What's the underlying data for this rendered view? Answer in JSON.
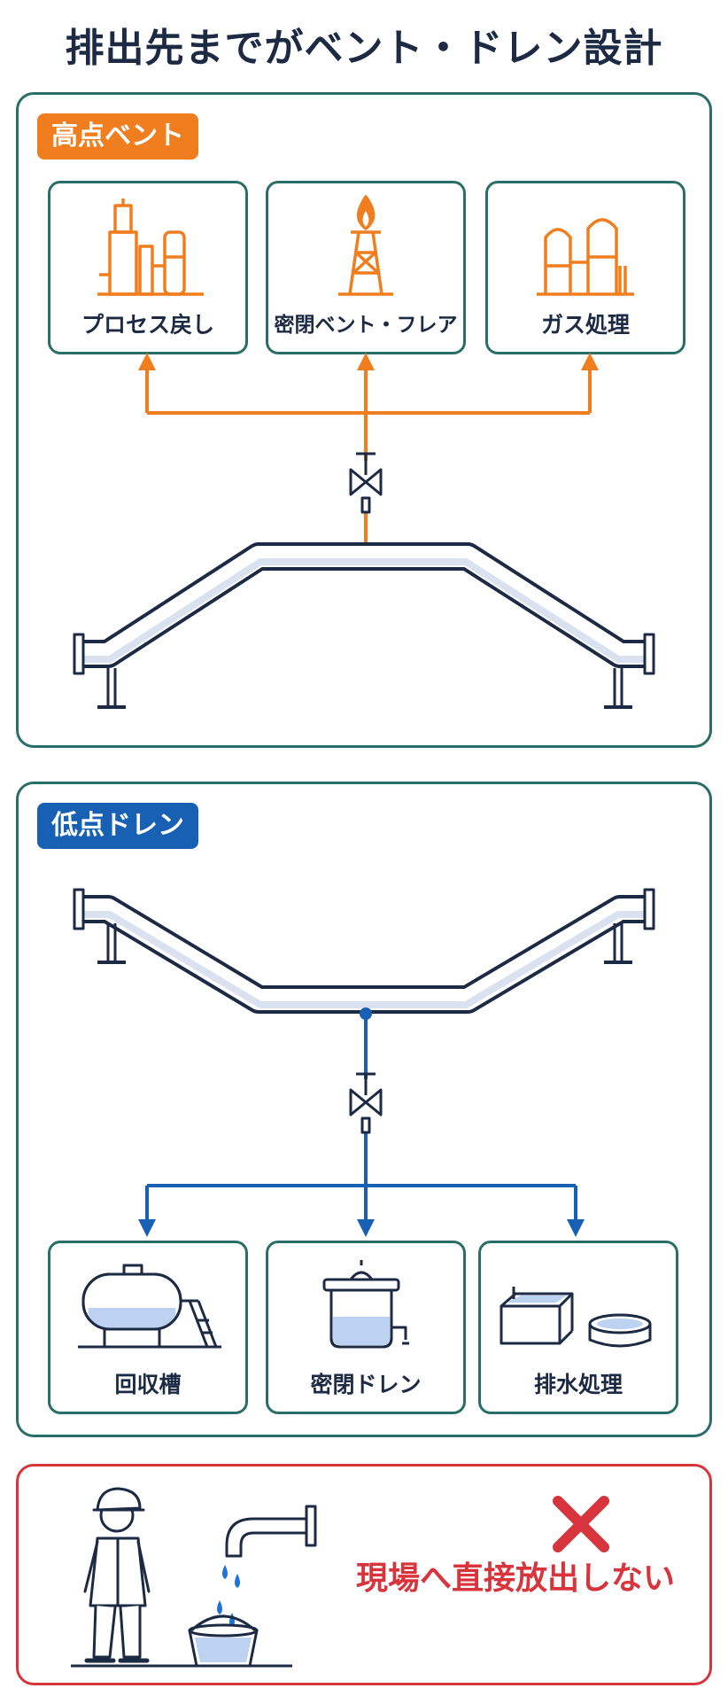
{
  "title": "排出先までがベント・ドレン設計",
  "vent_section": {
    "label": "高点ベント",
    "destinations": [
      {
        "label": "プロセス戻し",
        "icon": "refinery-icon"
      },
      {
        "label": "密閉ベント・フレア",
        "icon": "flare-stack-icon"
      },
      {
        "label": "ガス処理",
        "icon": "gas-treatment-tanks-icon"
      }
    ]
  },
  "drain_section": {
    "label": "低点ドレン",
    "destinations": [
      {
        "label": "回収槽",
        "icon": "recovery-tank-icon"
      },
      {
        "label": "密閉ドレン",
        "icon": "closed-drain-vessel-icon"
      },
      {
        "label": "排水処理",
        "icon": "wastewater-treatment-icon"
      }
    ]
  },
  "warning": {
    "text": "現場へ直接放出しない",
    "icon": "cross-mark-icon"
  },
  "colors": {
    "panel_border": "#2a6e69",
    "vent_accent": "#f07d1e",
    "drain_accent": "#1760b4",
    "warning_accent": "#d8343b",
    "ink": "#1c2a44"
  }
}
